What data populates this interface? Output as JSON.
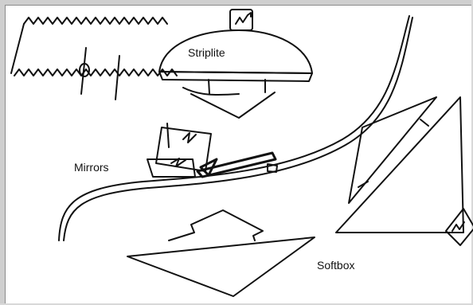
{
  "labels": {
    "striplite": "Striplite",
    "mirrors": "Mirrors",
    "softbox": "Softbox"
  },
  "colors": {
    "ink": "#111111",
    "background": "#ffffff",
    "frame": "#cfcfcf"
  }
}
